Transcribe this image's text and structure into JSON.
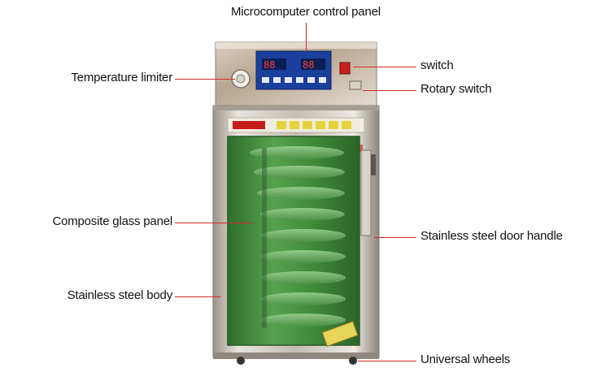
{
  "labels": {
    "control_panel": "Microcomputer control panel",
    "switch": "switch",
    "temperature_limiter": "Temperature limiter",
    "rotary_switch": "Rotary switch",
    "composite_glass": "Composite glass panel",
    "door_handle": "Stainless steel door handle",
    "body": "Stainless steel body",
    "wheels": "Universal wheels"
  },
  "colors": {
    "leader": "#d42a2a",
    "steel": "#c9c4bc",
    "glass": "#3f8d3a",
    "display": "#1a3f9c",
    "banner": "#f0ece0"
  }
}
